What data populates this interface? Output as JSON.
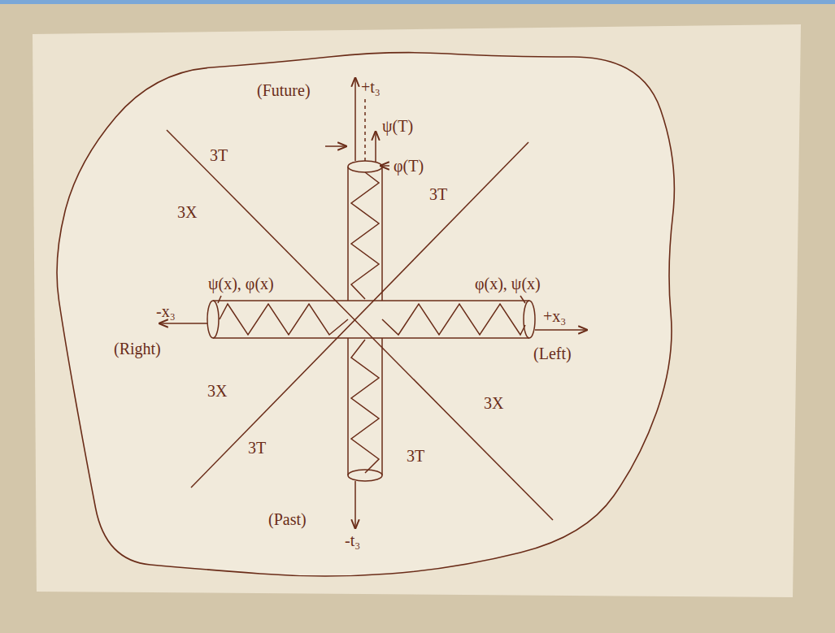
{
  "diagram": {
    "labels": [
      "(Future)",
      "+t₃",
      "ψ(T)",
      "φ(T)",
      "3T",
      "3X",
      "3T",
      "ψ(x), φ(x)",
      "-x₃",
      "(Right)",
      "φ(x), ψ(x)",
      "+x₃",
      "(Left)",
      "3X",
      "3T",
      "3X",
      "3T",
      "(Past)",
      "-t₃"
    ]
  }
}
